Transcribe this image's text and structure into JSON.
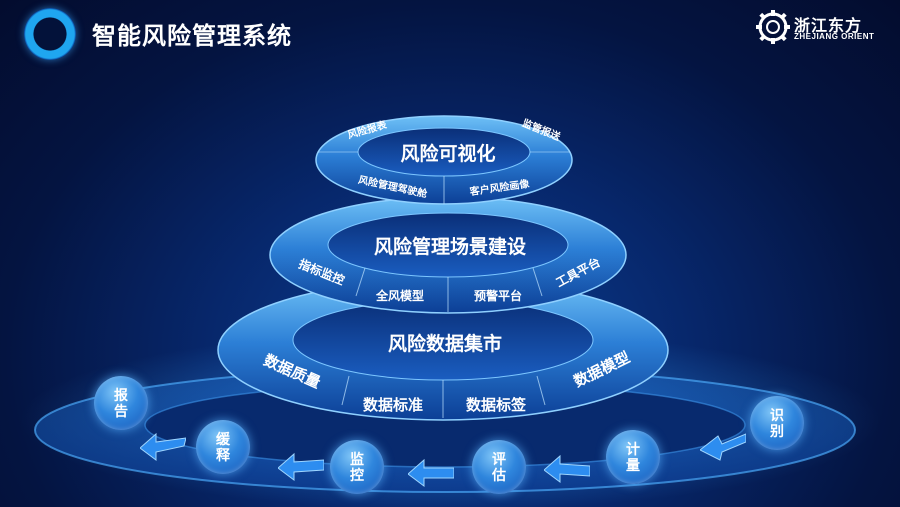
{
  "header": {
    "title": "智能风险管理系统"
  },
  "logo": {
    "name_cn": "浙江东方",
    "name_en": "ZHEJIANG ORIENT"
  },
  "tiers": {
    "top": {
      "title": "风险可视化",
      "items": [
        "风险报表",
        "监管报送",
        "风险管理驾驶舱",
        "客户风险画像"
      ]
    },
    "middle": {
      "title": "风险管理场景建设",
      "items": [
        "指标监控",
        "全风模型",
        "预警平台",
        "工具平台"
      ]
    },
    "bottom": {
      "title": "风险数据集市",
      "items": [
        "数据质量",
        "数据标准",
        "数据标签",
        "数据模型"
      ]
    }
  },
  "process": {
    "steps": [
      "报告",
      "缓释",
      "监控",
      "评估",
      "计量",
      "识别"
    ]
  },
  "colors": {
    "accent": "#1fa6f0",
    "ring_light": "#5fb8f5",
    "ring_dark": "#0a3b8a"
  }
}
